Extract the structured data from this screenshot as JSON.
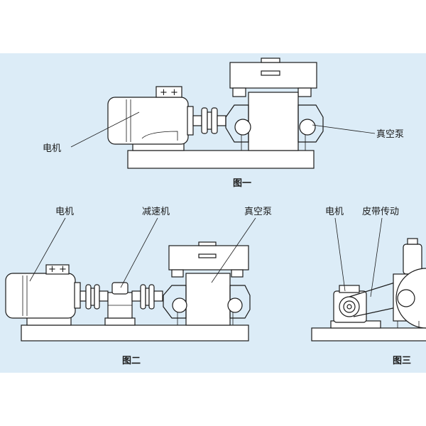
{
  "figure1": {
    "caption": "图一",
    "motor_label": "电机",
    "pump_label": "真空泵",
    "terminal_box": "+ +"
  },
  "figure2": {
    "caption": "图二",
    "motor_label": "电机",
    "reducer_label": "减速机",
    "pump_label": "真空泵",
    "terminal_box": "+ +"
  },
  "figure3": {
    "caption": "图三",
    "motor_label": "电机",
    "belt_label": "皮带传动"
  },
  "colors": {
    "panel_background": "#dcecf7",
    "line": "#1a1a1a",
    "fill": "#ffffff"
  }
}
